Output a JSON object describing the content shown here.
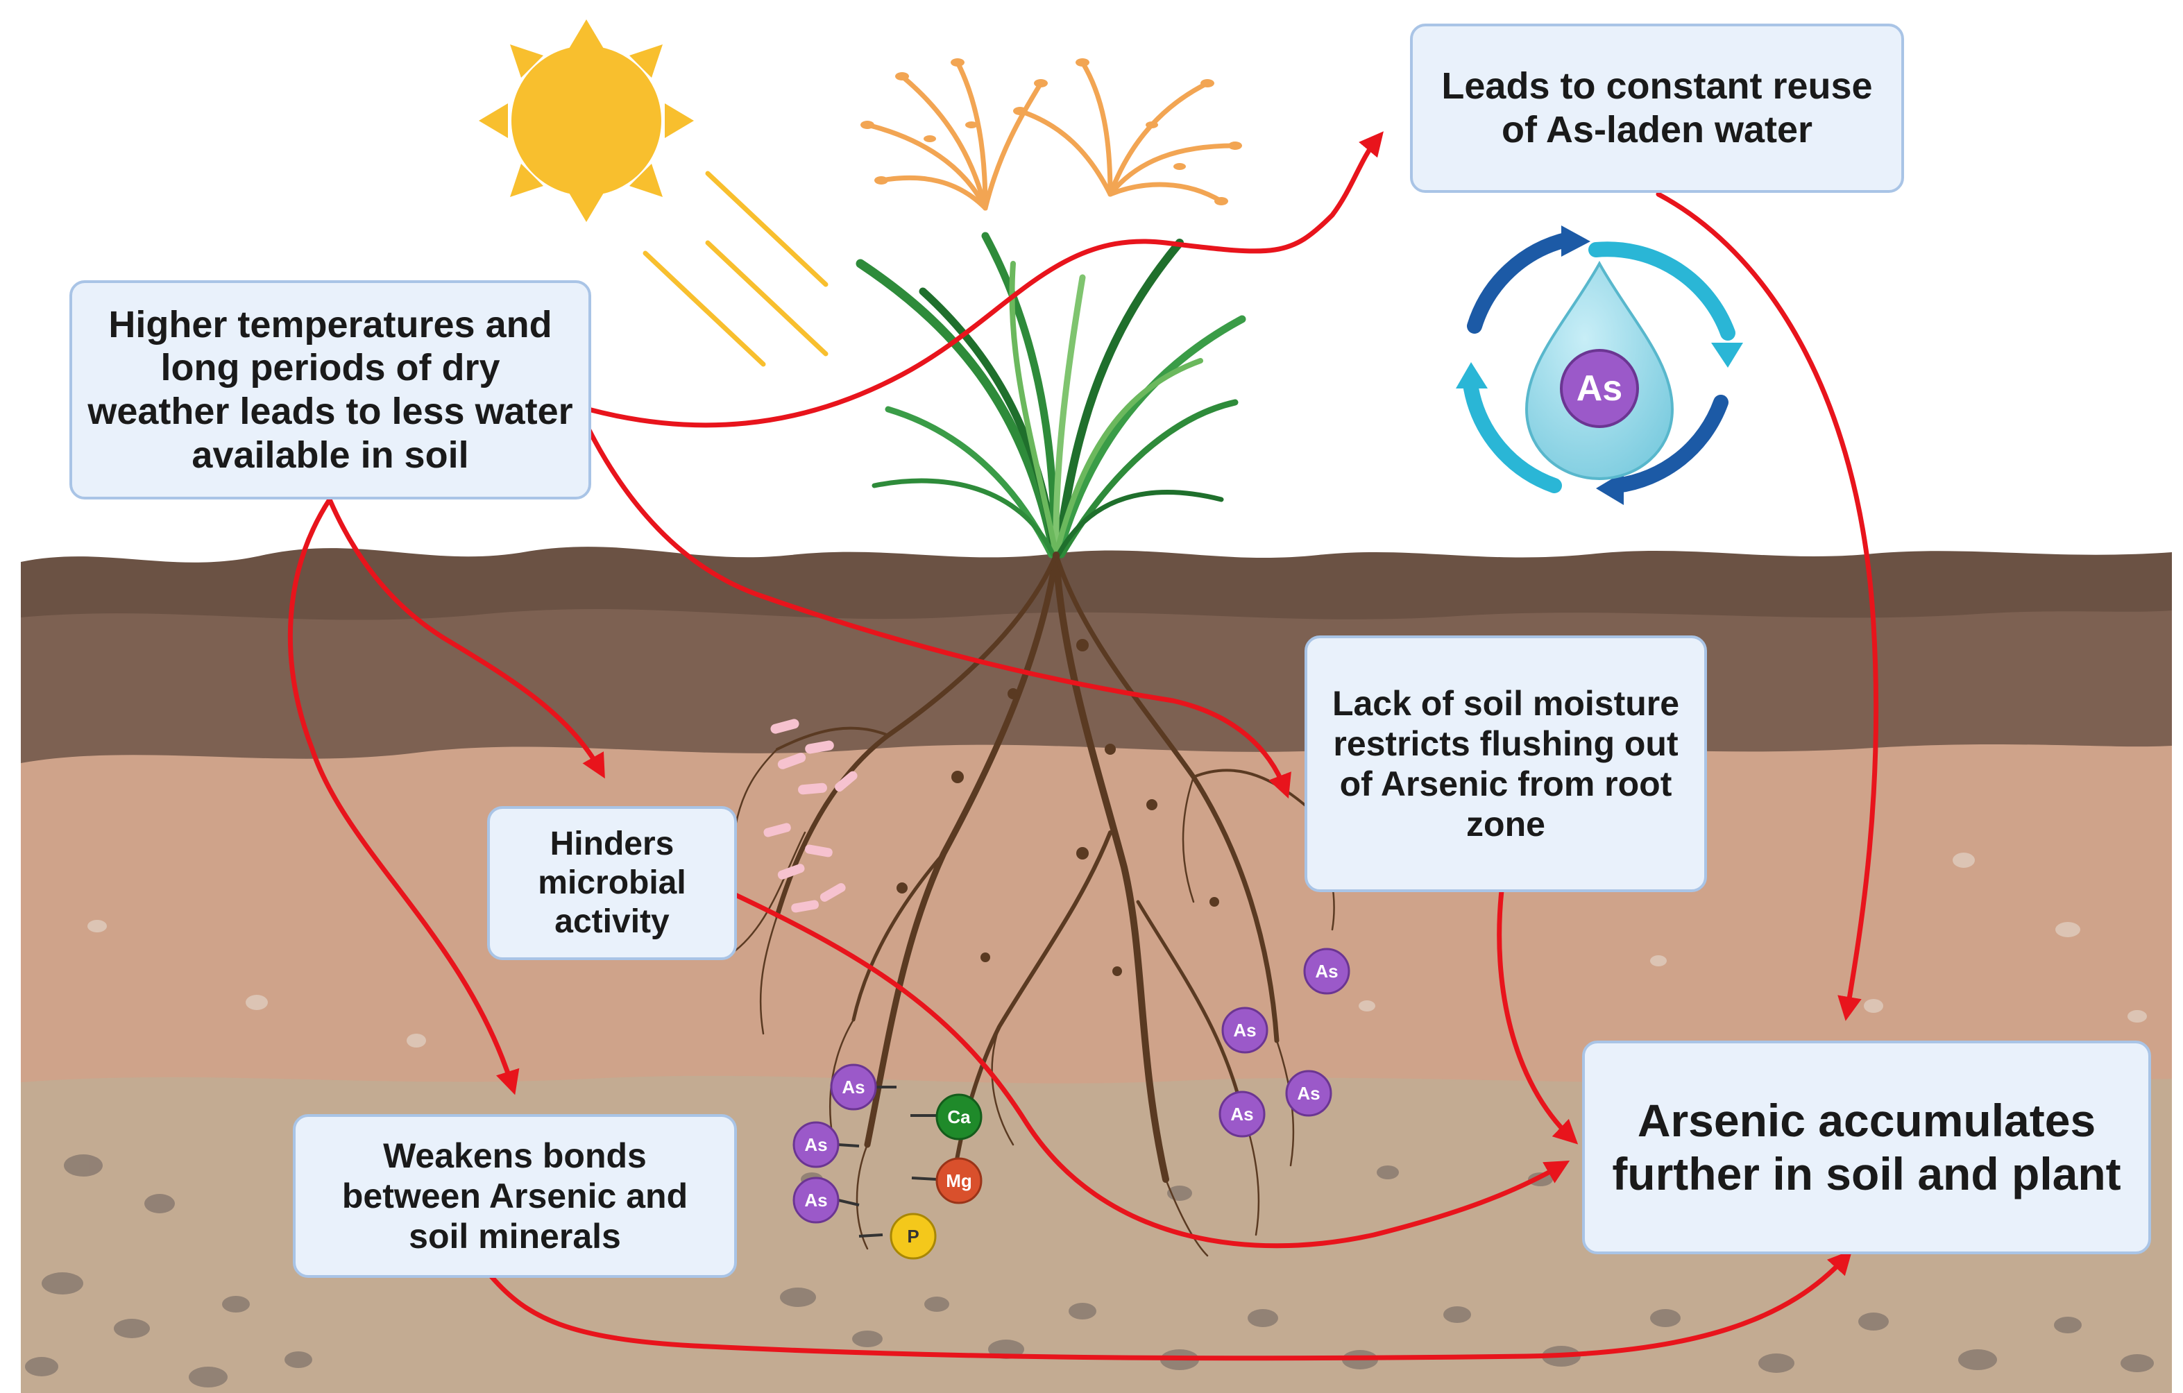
{
  "boxes": {
    "higher_temp": "Higher temperatures and long periods of dry weather leads to less water available in soil",
    "reuse": "Leads to constant reuse of As-laden water",
    "lack_moisture": "Lack of soil moisture restricts flushing out of Arsenic from root zone",
    "hinders": "Hinders microbial activity",
    "weakens": "Weakens bonds between Arsenic and soil minerals",
    "accumulates": "Arsenic accumulates further in soil and plant"
  },
  "chem": {
    "as": "As",
    "ca": "Ca",
    "mg": "Mg",
    "p": "P",
    "droplet": "As"
  },
  "colors": {
    "arrow": "#e8141c",
    "box_fill": "#e9f1fb",
    "box_border": "#a9c4e6",
    "arsenic": "#9b59c9",
    "calcium": "#1f8a2a",
    "magnesium": "#d9502c",
    "phosphorus": "#f4c81b",
    "sun": "#f8bf2e"
  }
}
